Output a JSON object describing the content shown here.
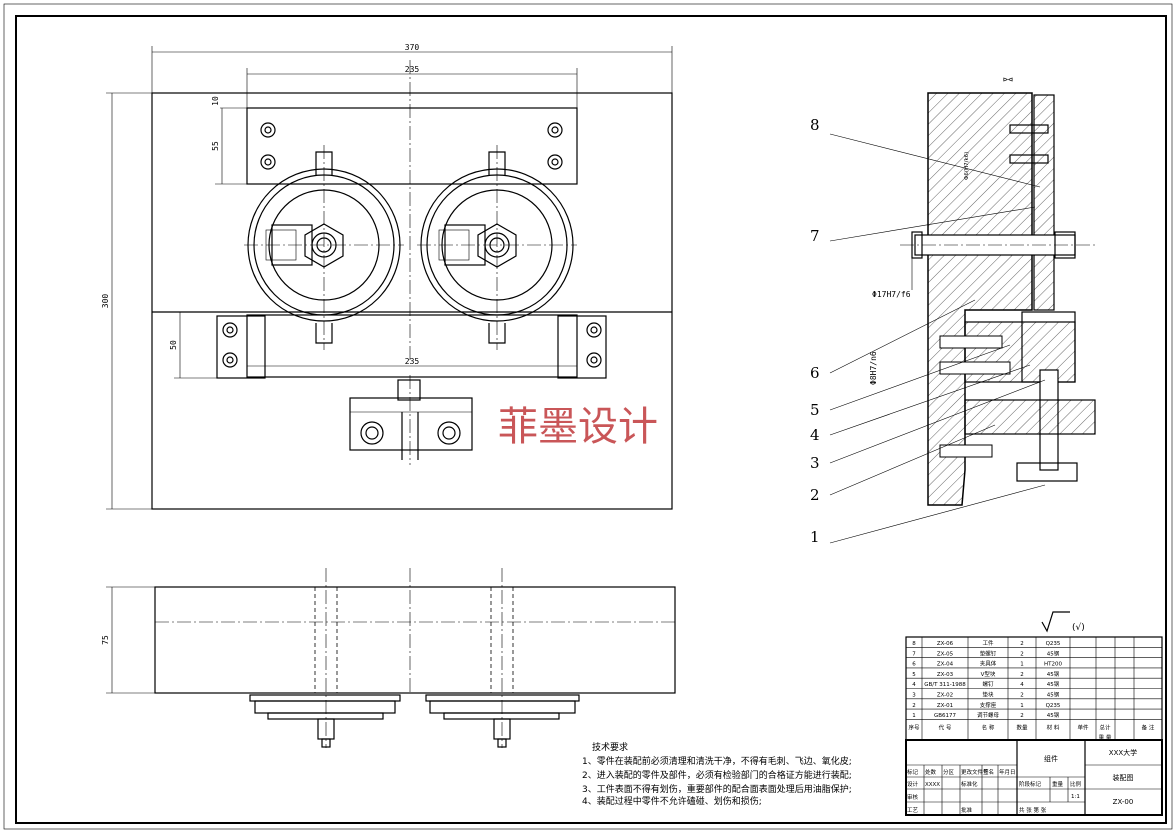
{
  "dimensions": {
    "overall_width": "370",
    "top_width": "235",
    "top_offset": "10",
    "top_height": "55",
    "overall_height": "300",
    "lower_height": "50",
    "lower_width": "235",
    "side_height": "75"
  },
  "section_view": {
    "marker": "⊳⊲",
    "shaft_fit": "Φ17H7/f6",
    "pin_fit": "Φ8H7/n6",
    "small_dim": "Φ6(H7/k6)",
    "leaders": [
      "8",
      "7",
      "6",
      "5",
      "4",
      "3",
      "2",
      "1"
    ]
  },
  "watermark": "菲墨设计",
  "roughness": "(√)",
  "tech_requirements": {
    "title": "技术要求",
    "items": [
      "1、零件在装配前必须清理和清洗干净，不得有毛刺、飞边、氧化皮;",
      "2、进入装配的零件及部件，必须有检验部门的合格证方能进行装配;",
      "3、工件表面不得有划伤，重要部件的配合面表面处理后用油脂保护;",
      "4、装配过程中零件不允许磕碰、划伤和损伤;"
    ]
  },
  "bom": {
    "rows": [
      {
        "no": "8",
        "code": "ZX-06",
        "name": "工件",
        "qty": "2",
        "material": "Q235"
      },
      {
        "no": "7",
        "code": "ZX-05",
        "name": "垫螺钉",
        "qty": "2",
        "material": "45钢"
      },
      {
        "no": "6",
        "code": "ZX-04",
        "name": "夹具体",
        "qty": "1",
        "material": "HT200"
      },
      {
        "no": "5",
        "code": "ZX-03",
        "name": "V型块",
        "qty": "2",
        "material": "45钢"
      },
      {
        "no": "4",
        "code": "GB/T 311-1988",
        "name": "螺钉",
        "qty": "4",
        "material": "45钢"
      },
      {
        "no": "3",
        "code": "ZX-02",
        "name": "垫块",
        "qty": "2",
        "material": "45钢"
      },
      {
        "no": "2",
        "code": "ZX-01",
        "name": "支撑座",
        "qty": "1",
        "material": "Q235"
      },
      {
        "no": "1",
        "code": "GB6177",
        "name": "调节螺母",
        "qty": "2",
        "material": "45钢"
      }
    ],
    "header": {
      "no": "序号",
      "code": "代 号",
      "name": "名 称",
      "qty": "数量",
      "material": "材 料",
      "unit_weight": "单件",
      "total_weight": "总计",
      "weight": "重 量",
      "remark": "备 注"
    }
  },
  "title_block": {
    "school": "XXX大学",
    "part": "组件",
    "drawing_name": "装配图",
    "drawing_no": "ZX-00",
    "scale_label": "比例",
    "scale": "1:1",
    "stage_label": "阶段标记",
    "weight_label": "重量",
    "sheet_info": "共 张 第 张",
    "labels": {
      "mark": "标记",
      "count": "处数",
      "zone": "分区",
      "change_no": "更改文件号",
      "signature": "签名",
      "date": "年月日",
      "design": "设计",
      "designer": "XXXX",
      "standardize": "标准化",
      "review": "审核",
      "process": "工艺",
      "approve": "批准"
    }
  }
}
